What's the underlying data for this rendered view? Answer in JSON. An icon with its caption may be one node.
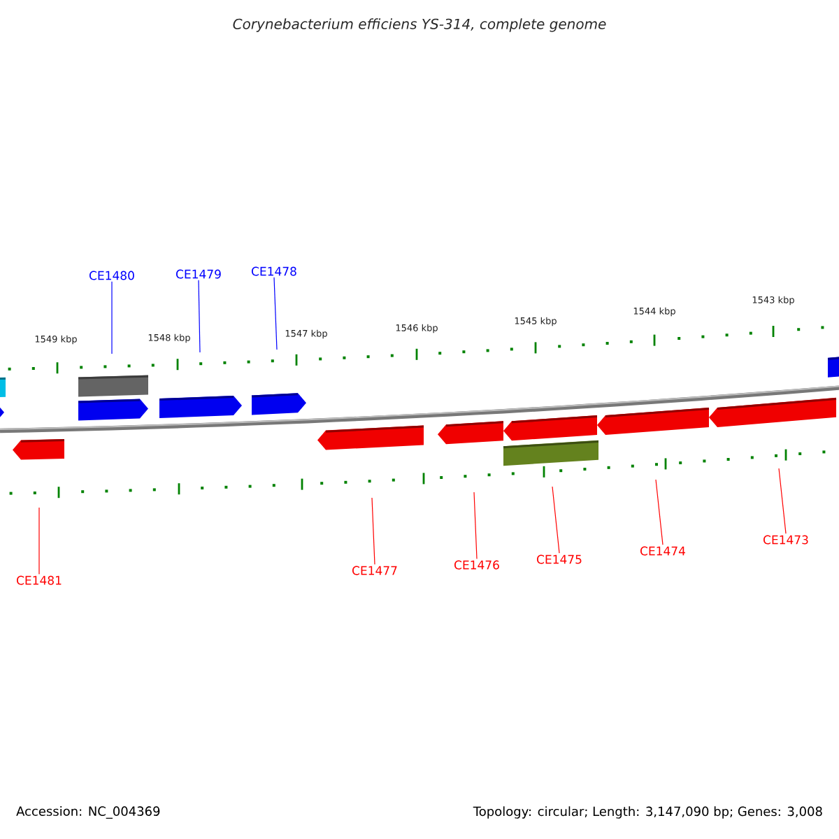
{
  "diagram": {
    "title": "Corynebacterium efficiens YS-314, complete genome",
    "nodes": [
      {
        "text": [
          "CE1480"
        ]
      },
      {
        "text": [
          "CE1479"
        ]
      },
      {
        "text": [
          "CE1478"
        ]
      },
      {
        "text": [
          "CE1481"
        ]
      },
      {
        "text": [
          "CE1477"
        ]
      },
      {
        "text": [
          "CE1476"
        ]
      },
      {
        "text": [
          "CE1475"
        ]
      },
      {
        "text": [
          "CE1474"
        ]
      },
      {
        "text": [
          "CE1473"
        ]
      }
    ],
    "edges": [
      {
        "from": 0,
        "to": null,
        "arrow": "none",
        "color": "#0000ff"
      },
      {
        "from": 1,
        "to": null,
        "arrow": "none",
        "color": "#0000ff"
      },
      {
        "from": 2,
        "to": null,
        "arrow": "none",
        "color": "#0000ff"
      },
      {
        "from": 3,
        "to": null,
        "arrow": "none"
      },
      {
        "from": 4,
        "to": null,
        "arrow": "none"
      },
      {
        "from": 5,
        "to": null,
        "arrow": "none"
      },
      {
        "from": 6,
        "to": null,
        "arrow": "none"
      },
      {
        "from": 7,
        "to": null,
        "arrow": "none"
      },
      {
        "from": 8,
        "to": null,
        "arrow": "none"
      }
    ],
    "labels": [
      "1549 kbp",
      "1548 kbp",
      "1547 kbp",
      "1546 kbp",
      "1545 kbp",
      "1544 kbp",
      "1543 kbp",
      "Accession: NC_004369",
      "Topology: circular; Length: 3,147,090 bp; Genes: 3,008"
    ]
  }
}
